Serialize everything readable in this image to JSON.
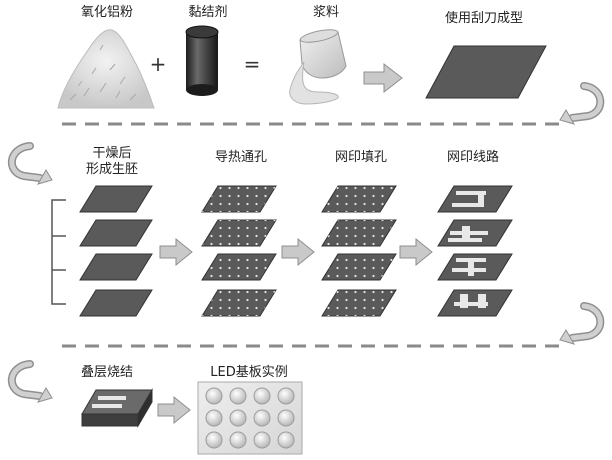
{
  "labels": {
    "alumina_powder": "氧化铝粉",
    "binder": "黏结剂",
    "slurry": "浆料",
    "tape_casting": "使用刮刀成型",
    "dry_green": "干燥后\n形成生胚",
    "thermal_via": "导热通孔",
    "screen_fill": "网印填孔",
    "screen_line": "网印线路",
    "lamination_sintering": "叠层烧结",
    "led_substrate_example": "LED基板实例"
  },
  "symbols": {
    "plus": "+",
    "equals": "="
  },
  "colors": {
    "sheet_fill": "#5a5a5a",
    "sheet_stroke": "#333333",
    "arrow_fill": "#c9c9c9",
    "arrow_stroke": "#8f8f8f",
    "dash": "#8a8a8a",
    "text": "#222222"
  },
  "icons": [
    "powder-pile-icon",
    "binder-cylinder-icon",
    "slurry-pour-icon",
    "u-turn-arrow-icon",
    "right-arrow-icon"
  ]
}
